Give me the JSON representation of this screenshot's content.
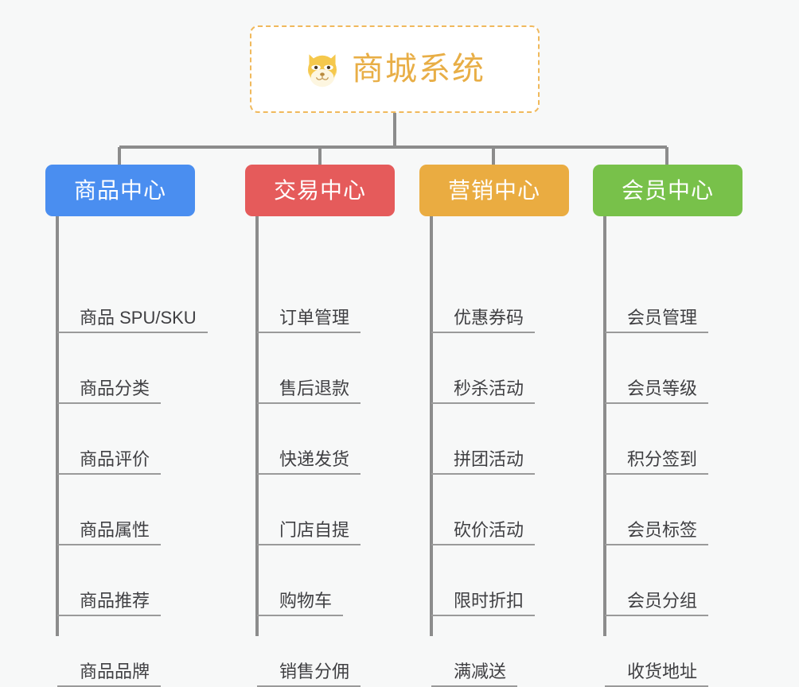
{
  "diagram": {
    "type": "org-chart",
    "background_color": "#f7f8f8",
    "root": {
      "title": "商城系统",
      "icon": "dog-face-icon",
      "border_color": "#f0b95c",
      "text_color": "#e8ae46",
      "background_color": "#ffffff"
    },
    "connector_color": "#8c8c8c",
    "columns": [
      {
        "label": "商品中心",
        "color": "#4a8ef0",
        "items": [
          {
            "label": "商品 SPU/SKU"
          },
          {
            "label": "商品分类"
          },
          {
            "label": "商品评价"
          },
          {
            "label": "商品属性"
          },
          {
            "label": "商品推荐"
          },
          {
            "label": "商品品牌"
          }
        ]
      },
      {
        "label": "交易中心",
        "color": "#e55b5b",
        "items": [
          {
            "label": "订单管理"
          },
          {
            "label": "售后退款"
          },
          {
            "label": "快递发货"
          },
          {
            "label": "门店自提"
          },
          {
            "label": "购物车"
          },
          {
            "label": "销售分佣"
          }
        ]
      },
      {
        "label": "营销中心",
        "color": "#eaac41",
        "items": [
          {
            "label": "优惠券码"
          },
          {
            "label": "秒杀活动"
          },
          {
            "label": "拼团活动"
          },
          {
            "label": "砍价活动"
          },
          {
            "label": "限时折扣"
          },
          {
            "label": "满减送"
          }
        ]
      },
      {
        "label": "会员中心",
        "color": "#78c14a",
        "items": [
          {
            "label": "会员管理"
          },
          {
            "label": "会员等级"
          },
          {
            "label": "积分签到"
          },
          {
            "label": "会员标签"
          },
          {
            "label": "会员分组"
          },
          {
            "label": "收货地址"
          }
        ]
      }
    ]
  }
}
